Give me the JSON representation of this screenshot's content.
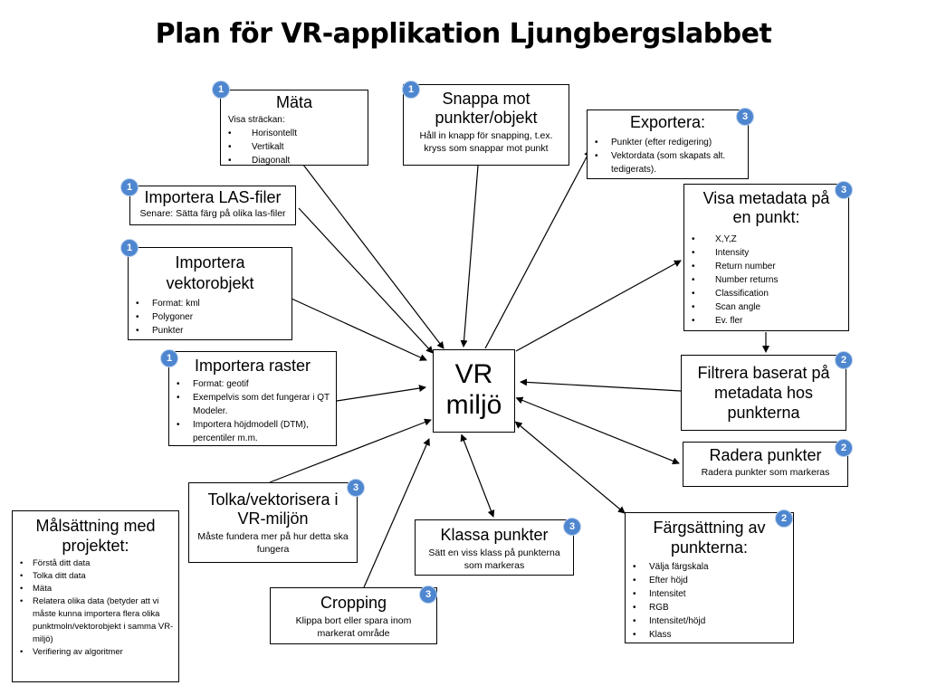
{
  "title": "Plan för VR-applikation Ljungbergslabbet",
  "center": {
    "line1": "VR",
    "line2": "miljö"
  },
  "boxes": {
    "mata": {
      "badge": "1",
      "title": "Mäta",
      "sub": "Visa sträckan:",
      "items": [
        "Horisontellt",
        "Vertikalt",
        "Diagonalt"
      ]
    },
    "snappa": {
      "badge": "1",
      "title1": "Snappa mot",
      "title2": "punkter/objekt",
      "desc": "Håll in knapp för snapping, t.ex. kryss som snappar mot punkt"
    },
    "exportera": {
      "badge": "3",
      "title": "Exportera:",
      "items": [
        "Punkter (efter redigering)",
        "Vektordata (som skapats alt. tedigerats)."
      ]
    },
    "las": {
      "badge": "1",
      "title": "Importera LAS-filer",
      "desc": "Senare: Sätta färg på olika las-filer"
    },
    "metadata": {
      "badge": "3",
      "title1": "Visa metadata på",
      "title2": "en punkt:",
      "items": [
        "X,Y,Z",
        "Intensity",
        "Return number",
        "Number returns",
        "Classification",
        "Scan angle",
        "Ev. fler"
      ]
    },
    "vektor": {
      "badge": "1",
      "title1": "Importera",
      "title2": "vektorobjekt",
      "items": [
        "Format: kml",
        "Polygoner",
        "Punkter"
      ]
    },
    "raster": {
      "badge": "1",
      "title": "Importera raster",
      "items": [
        "Format: geotif",
        "Exempelvis som det fungerar i QT Modeler.",
        "Importera höjdmodell (DTM), percentiler m.m."
      ]
    },
    "filtrera": {
      "badge": "2",
      "title1": "Filtrera baserat på",
      "title2": "metadata hos",
      "title3": "punkterna"
    },
    "radera": {
      "badge": "2",
      "title": "Radera punkter",
      "desc": "Radera punkter  som markeras"
    },
    "tolka": {
      "badge": "3",
      "title1": "Tolka/vektorisera i",
      "title2": "VR-miljön",
      "desc": "Måste fundera mer på hur detta ska fungera"
    },
    "klassa": {
      "badge": "3",
      "title": "Klassa punkter",
      "desc": "Sätt en viss klass på punkterna som markeras"
    },
    "farg": {
      "badge": "2",
      "title1": "Färgsättning av",
      "title2": "punkterna:",
      "items": [
        "Välja färgskala",
        "Efter höjd",
        "Intensitet",
        "RGB",
        "Intensitet/höjd",
        "Klass"
      ]
    },
    "cropping": {
      "badge": "3",
      "title": "Cropping",
      "desc": "Klippa bort eller spara inom markerat område"
    },
    "mal": {
      "title1": "Målsättning med",
      "title2": "projektet:",
      "items": [
        "Förstå ditt data",
        "Tolka ditt data",
        "Mäta",
        "Relatera olika data (betyder att vi måste kunna importera flera olika punktmoln/vektorobjekt  i samma VR-miljö)",
        "Verifiering av algoritmer"
      ]
    }
  }
}
